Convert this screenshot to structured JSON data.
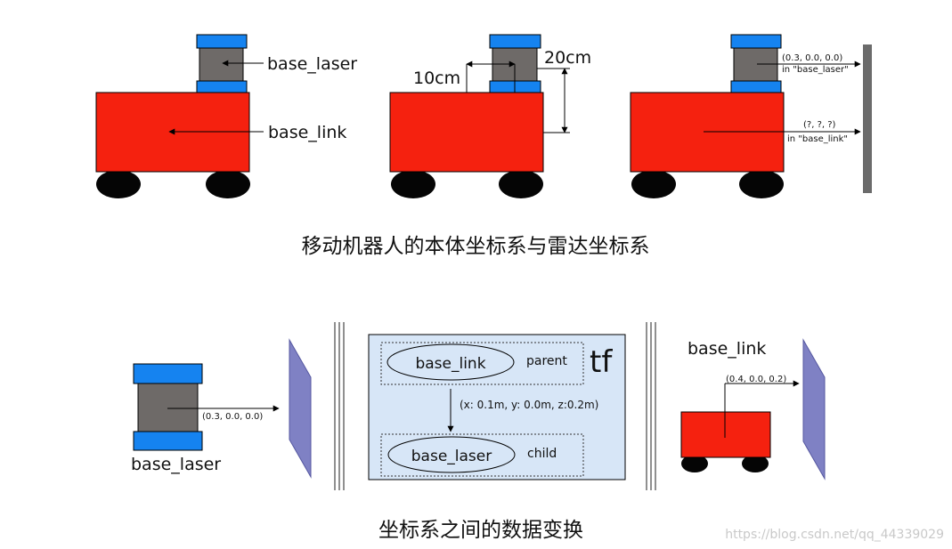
{
  "colors": {
    "robot_body": "#f5210f",
    "laser_cap": "#1583f0",
    "laser_body": "#6e6a68",
    "wheel": "#050505",
    "wall": "#6b6b6b",
    "panel": "#7f81c4",
    "tf_bg": "#d7e6f7",
    "stroke": "#000000"
  },
  "top": {
    "robot1": {
      "laser_label": "base_laser",
      "link_label": "base_link"
    },
    "robot2": {
      "offset_x": "10cm",
      "offset_z": "20cm"
    },
    "robot3": {
      "laser_coord": "(0.3, 0.0, 0.0)",
      "laser_frame": "in \"base_laser\"",
      "link_coord": "(?, ?, ?)",
      "link_frame": "in \"base_link\""
    },
    "caption": "移动机器人的本体坐标系与雷达坐标系"
  },
  "bottom": {
    "left": {
      "label": "base_laser",
      "coord": "(0.3, 0.0, 0.0)"
    },
    "tf": {
      "title": "tf",
      "parent_node": "base_link",
      "parent_label": "parent",
      "child_node": "base_laser",
      "child_label": "child",
      "transform": "(x: 0.1m, y: 0.0m, z:0.2m)"
    },
    "right": {
      "label": "base_link",
      "coord": "(0.4, 0.0, 0.2)"
    },
    "caption": "坐标系之间的数据变换"
  },
  "watermark": "https://blog.csdn.net/qq_44339029"
}
